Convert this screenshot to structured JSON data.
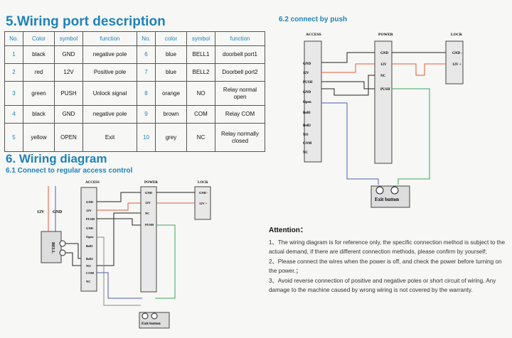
{
  "section5": {
    "title": "5.Wiring port description",
    "headers": [
      "No.",
      "Color",
      "symbol",
      "function",
      "No.",
      "color",
      "symbol",
      "function"
    ],
    "rows": [
      [
        "1",
        "black",
        "GND",
        "negative pole",
        "6",
        "blue",
        "BELL1",
        "doorbell port1"
      ],
      [
        "2",
        "red",
        "12V",
        "Positive pole",
        "7",
        "blue",
        "BELL2",
        "Doorbell port2"
      ],
      [
        "3",
        "green",
        "PUSH",
        "Unlock signal",
        "8",
        "orange",
        "NO",
        "Relay normal open"
      ],
      [
        "4",
        "black",
        "GND",
        "negative pole",
        "9",
        "brown",
        "COM",
        "Relay COM"
      ],
      [
        "5",
        "yellow",
        "OPEN",
        "Exit",
        "10",
        "grey",
        "NC",
        "Relay normally closed"
      ]
    ]
  },
  "section6": {
    "title": "6. Wiring diagram",
    "sub1": "6.1 Connect to regular access control",
    "sub2": "6.2 connect by push"
  },
  "diagram": {
    "access": "ACCESS",
    "power": "POWER",
    "lock": "LOCK",
    "access_pins": [
      "GND",
      "12V",
      "PUSH",
      "GND",
      "Open",
      "Bell1",
      "Bell2",
      "NO",
      "COM",
      "NC"
    ],
    "power_pins": [
      "GND",
      "12V",
      "NC",
      "PUSH"
    ],
    "lock_pins": [
      "GND -",
      "12V +"
    ],
    "exit_button": "Exit button",
    "bell": "BELL",
    "bell_12v": "12V",
    "bell_gnd": "GND",
    "colors": {
      "black": "#222222",
      "red": "#e05a3a",
      "green": "#3aa35a",
      "blue": "#4a5fb5",
      "grey": "#888888"
    }
  },
  "attention": {
    "title": "Attention：",
    "items": [
      "1、The wiring diagram is for reference only, the specific connection method is subject to the actual demand, if there are different connection methods, please confirm by yourself;",
      "2、Please connect the wires when the power is off, and check the power before turning on the power.；",
      "3、Avoid reverse connection of positive and negative poles or short circuit of wiring. Any damage to the machine caused by wrong wiring is not covered by the warranty."
    ]
  }
}
